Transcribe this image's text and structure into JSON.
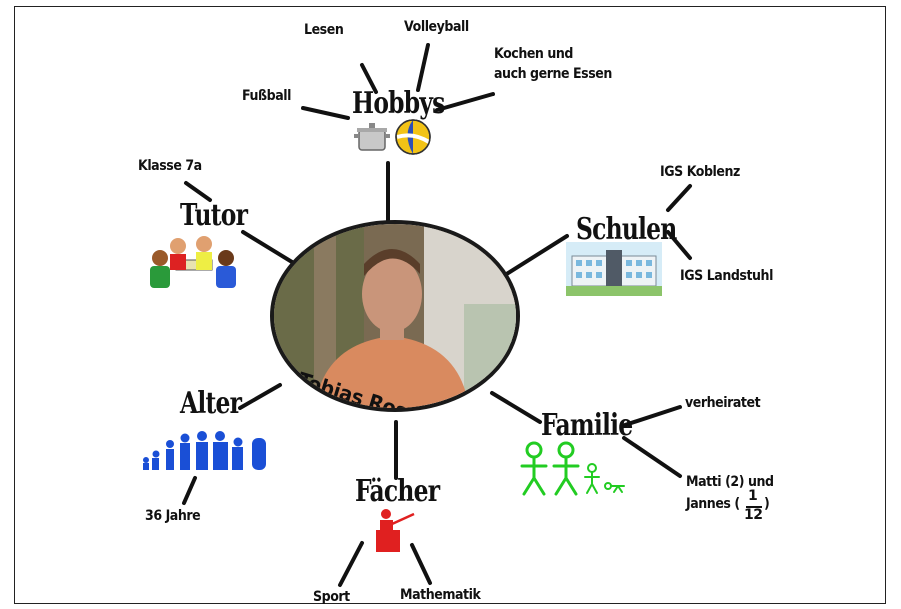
{
  "center": {
    "name": "Tobias Rosenkranz"
  },
  "branches": {
    "hobbys": {
      "title": "Hobbys",
      "items": [
        "Lesen",
        "Volleyball",
        "Kochen und",
        "auch gerne Essen",
        "Fußball"
      ]
    },
    "tutor": {
      "title": "Tutor",
      "items": [
        "Klasse 7a"
      ]
    },
    "schulen": {
      "title": "Schulen",
      "items": [
        "IGS Koblenz",
        "IGS Landstuhl"
      ]
    },
    "alter": {
      "title": "Alter",
      "items": [
        "36 Jahre"
      ]
    },
    "faecher": {
      "title": "Fächer",
      "items": [
        "Sport",
        "Mathematik"
      ]
    },
    "familie": {
      "title": "Familie",
      "items": [
        "verheiratet",
        "Matti (2) und",
        "Jannes (",
        "1",
        "12",
        ")"
      ]
    }
  },
  "icons": [
    "pot-icon",
    "volleyball-icon",
    "group-study-icon",
    "school-building-icon",
    "evolution-icon",
    "teacher-icon",
    "family-stick-figures-icon"
  ],
  "colors": {
    "line": "#111111",
    "familyGreen": "#22cc22",
    "teacherRed": "#e02020",
    "evolutionBlue": "#1a4fd6"
  }
}
